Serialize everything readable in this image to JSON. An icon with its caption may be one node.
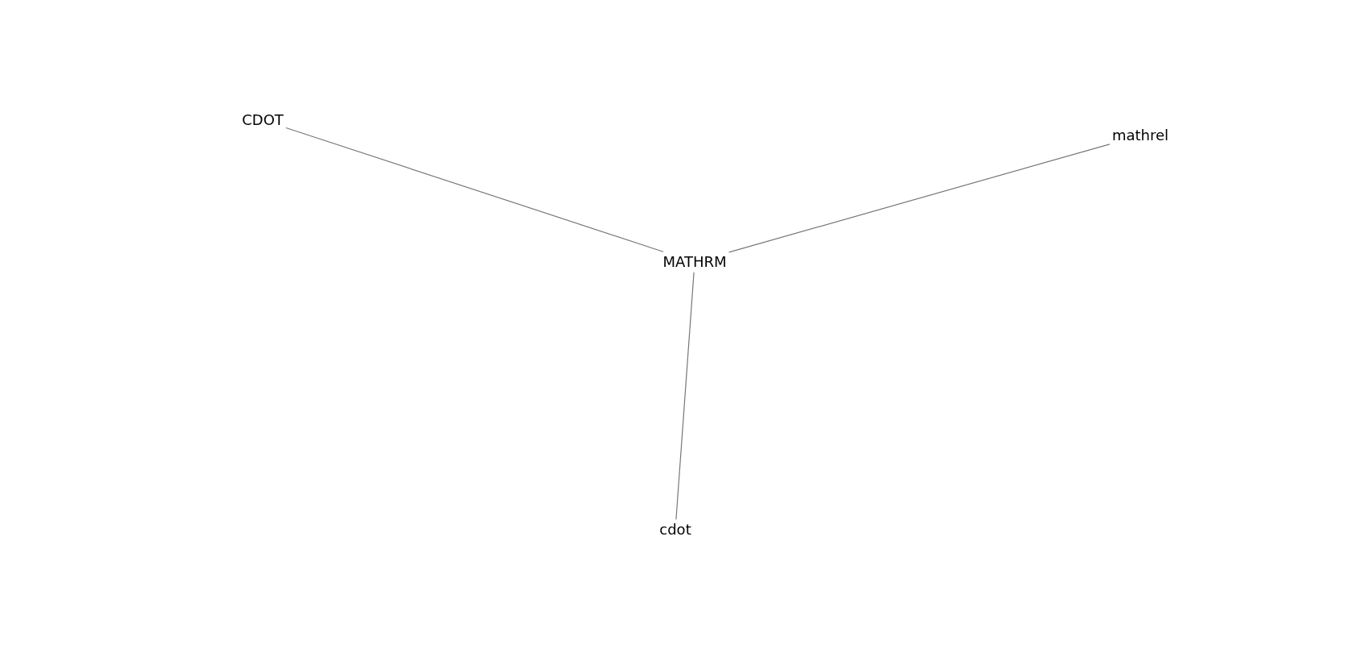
{
  "diagram": {
    "nodes": [
      {
        "text": [
          "MATHRM"
        ]
      },
      {
        "text": [
          "CDOT"
        ]
      },
      {
        "text": [
          "mathrel"
        ]
      },
      {
        "text": [
          "cdot"
        ]
      }
    ],
    "edges": [
      {
        "from": 0,
        "to": 1,
        "arrow": "none"
      },
      {
        "from": 0,
        "to": 2,
        "arrow": "none"
      },
      {
        "from": 0,
        "to": 3,
        "arrow": "none"
      }
    ]
  }
}
